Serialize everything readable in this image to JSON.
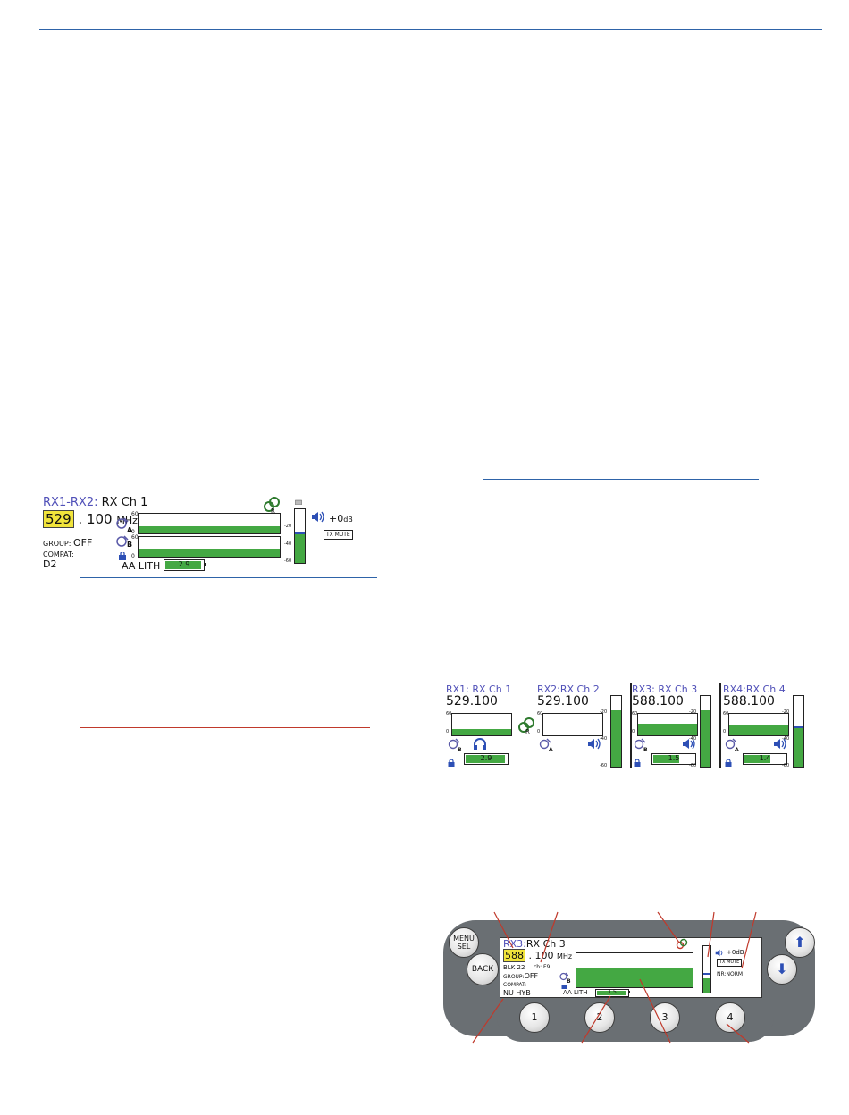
{
  "colors": {
    "top_rule": "#2e63a8",
    "caption_rule_blue": "#2e63a8",
    "caption_rule_red": "#c0392b",
    "lcd_green": "#44a843",
    "highlight_yellow": "#f1e43b",
    "rx_label_blue": "#5050b8",
    "panel_gray": "#6a6f73",
    "callout_red": "#c0392b"
  },
  "display_one": {
    "rx_label": "RX1-RX2:",
    "title": "RX Ch 1",
    "freq_highlight": "529",
    "freq_rest": ". 100",
    "freq_unit": "MHz",
    "group_label": "GROUP:",
    "group_value": "OFF",
    "compat_label": "COMPAT:",
    "compat_value": "D2",
    "battery_type": "AA LITH",
    "battery_value": "2.9",
    "gain": "+0",
    "gain_unit": "dB",
    "tx_mute": "TX MUTE",
    "scale_top": "60",
    "scale_zero": "0",
    "meter_ticks": [
      "-20",
      "-40",
      "-60"
    ],
    "antenna_a": "A",
    "antenna_b": "B",
    "rf_a_level": 0.38,
    "rf_b_level": 0.42,
    "audio_level": 0.55,
    "icons": [
      "link-icon",
      "antenna-a-icon",
      "antenna-b-icon",
      "speaker-icon",
      "battery-icon",
      "lock-icon"
    ]
  },
  "display_multi": {
    "channels": [
      {
        "label": "RX1: RX Ch 1",
        "freq": "529.100",
        "antenna": "B",
        "battery": "2.9",
        "audio_icon": "headphones-icon",
        "rf_level": 0.3
      },
      {
        "label": "RX2:RX Ch 2",
        "freq": "529.100",
        "antenna": "A",
        "battery": "",
        "audio_icon": "speaker-icon",
        "rf_level": 0
      },
      {
        "label": "RX3: RX Ch 3",
        "freq": "588.100",
        "antenna": "B",
        "battery": "1.5",
        "audio_icon": "speaker-icon",
        "rf_level": 0.55
      },
      {
        "label": "RX4:RX Ch 4",
        "freq": "588.100",
        "antenna": "A",
        "battery": "1.4",
        "audio_icon": "speaker-icon",
        "rf_level": 0.5
      }
    ],
    "scale_top": "60",
    "scale_zero": "0",
    "meter_ticks": [
      "-20",
      "-40",
      "-60"
    ]
  },
  "panel": {
    "menu_sel": "MENU SEL",
    "back": "BACK",
    "up_arrow": "⬆",
    "down_arrow": "⬇",
    "numbered_buttons": [
      "1",
      "2",
      "3",
      "4"
    ],
    "lcd": {
      "rx_label": "RX3:",
      "title": "RX Ch 3",
      "freq_highlight": "588",
      "freq_rest": ". 100",
      "freq_unit": "MHz",
      "blk": "BLK 22",
      "ch": "ch: F9",
      "group_label": "GROUP:",
      "group_value": "OFF",
      "compat_label": "COMPAT:",
      "compat_value": "NU HYB",
      "battery_type": "AA LITH",
      "battery_value": "1.5",
      "gain": "+0",
      "gain_unit": "dB",
      "tx_mute": "TX MUTE",
      "nr": "NR:NORM",
      "antenna": "B",
      "rf_level": 0.55,
      "audio_level": 0.3
    }
  }
}
